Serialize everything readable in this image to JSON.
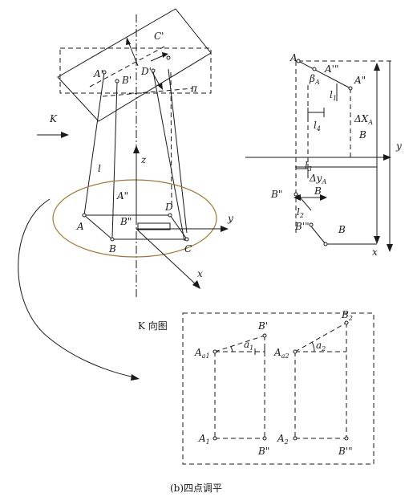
{
  "colors": {
    "ink": "#1a1a1a",
    "ellipse": "#a07a3a",
    "background": "#ffffff"
  },
  "caption": "(b)四点调平",
  "k_view_title": "K 向图",
  "perspective": {
    "labels": {
      "C_prime": "C'",
      "A_prime": "A'",
      "B_prime": "B'",
      "D_prime": "D'",
      "pi": "π",
      "K": "K",
      "l": "l",
      "z": "z",
      "A_dprime": "A\"",
      "B_dprime": "B\"",
      "D": "D",
      "A": "A",
      "B": "B",
      "C": "C",
      "y": "y",
      "x": "x"
    }
  },
  "side_view": {
    "labels": {
      "A": "A",
      "A_tprime": "A'\"",
      "A_dprime": "A\"",
      "beta": "β",
      "beta_sub": "A",
      "l1": "l",
      "l1_sub": "1",
      "l4": "l",
      "l4_sub": "4",
      "dX": "ΔX",
      "dX_sub": "A",
      "B_upper": "B",
      "y": "y",
      "l3": "l",
      "l3_sub": "3",
      "dy": "Δy",
      "dy_sub": "A",
      "B_dprime": "B\"",
      "B_mid": "B",
      "l2": "l",
      "l2_sub": "2",
      "B_tprime": "B'\"",
      "B_lower": "B",
      "x": "x"
    }
  },
  "k_view": {
    "labels": {
      "B_prime": "B'",
      "B2": "B",
      "B2_sub": "2",
      "Aa1": "A",
      "Aa1_sub": "a1",
      "a1": "a",
      "a1_sub": "1",
      "Aa2": "A",
      "Aa2_sub": "a2",
      "a2": "a",
      "a2_sub": "2",
      "A1": "A",
      "A1_sub": "1",
      "B_dprime": "B\"",
      "A2": "A",
      "A2_sub": "2",
      "B_tprime": "B'\""
    }
  }
}
